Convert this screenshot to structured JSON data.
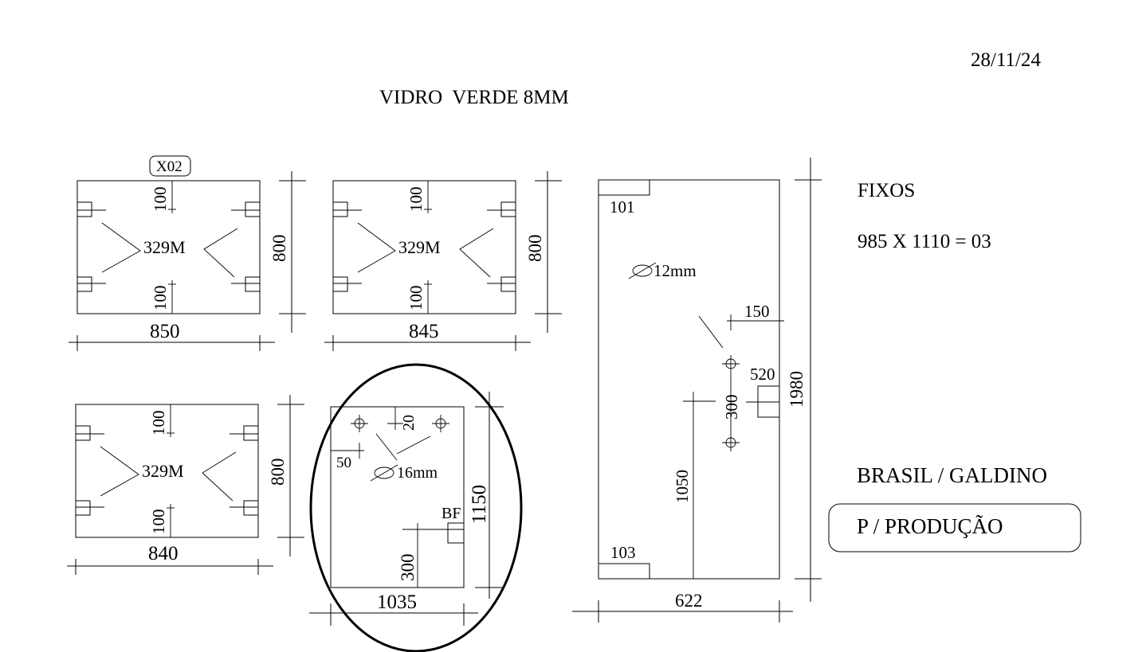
{
  "header": {
    "date": "28/11/24",
    "title": "VIDRO  VERDE 8MM"
  },
  "tag": "X02",
  "panels": [
    {
      "width": "850",
      "height": "800",
      "dim_top": "100",
      "dim_bottom": "100",
      "center_label": "329M"
    },
    {
      "width": "845",
      "height": "800",
      "dim_top": "100",
      "dim_bottom": "100",
      "center_label": "329M"
    },
    {
      "width": "840",
      "height": "800",
      "dim_top": "100",
      "dim_bottom": "100",
      "center_label": "329M"
    }
  ],
  "circled_panel": {
    "width": "1035",
    "height": "1150",
    "dim_20": "20",
    "dim_50": "50",
    "hole_label": "16mm",
    "bf_label": "BF",
    "dim_300": "300"
  },
  "tall_panel": {
    "width": "622",
    "height": "1980",
    "corner_top": "101",
    "corner_bottom": "103",
    "hole_label": "12mm",
    "dim_150": "150",
    "dim_520": "520",
    "dim_300": "300",
    "dim_1050": "1050"
  },
  "notes": {
    "fixos_label": "FIXOS",
    "fixos_value": "985 X 1110 = 03",
    "client": "BRASIL / GALDINO",
    "production_box": "P / PRODUÇÃO"
  }
}
